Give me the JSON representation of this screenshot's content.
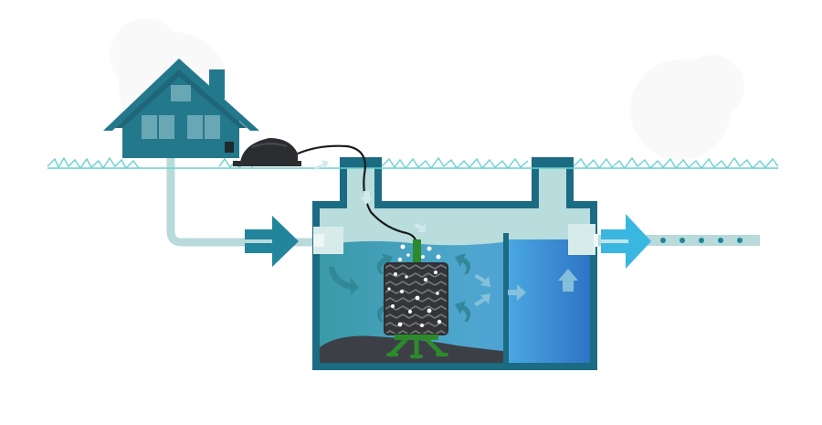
{
  "labels": {
    "air_pump": "Air pump",
    "septic_tank": "Septic tank",
    "household_line1": "Household",
    "household_line2": "waste water in",
    "effluent_line1": "Effluent",
    "effluent_line2": "water out",
    "bio_column": "ClearPod Bio-Column"
  },
  "colors": {
    "tank_wall": "#1b6b82",
    "house": "#24788c",
    "grass": "#69d1cf",
    "inflow_arrow": "#22859b",
    "outflow_arrow": "#3ab7e0",
    "pipe": "#b8dada",
    "water_left": "#47a6b8",
    "water_right": "#4a8fd2",
    "sludge": "#3d3f46",
    "pod_stand": "#2c8a2c"
  }
}
